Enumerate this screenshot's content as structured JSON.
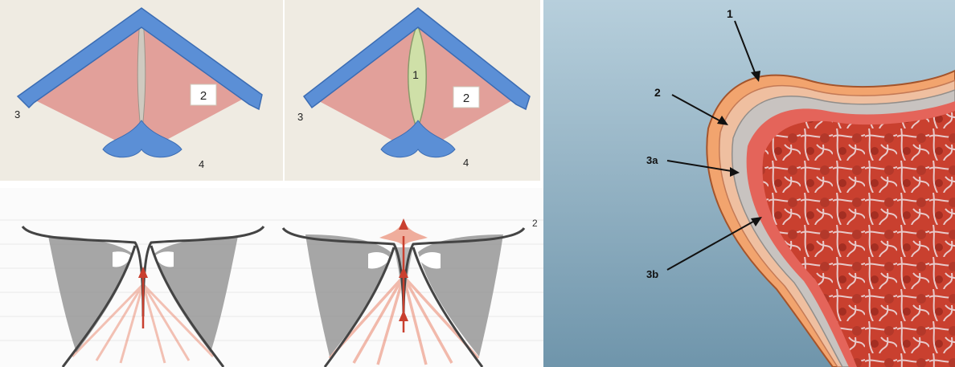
{
  "top_left_panel": {
    "label_three": "3",
    "label_two": "2",
    "label_four": "4"
  },
  "top_middle_panel": {
    "label_one": "1",
    "label_three": "3",
    "label_two": "2",
    "label_four": "4"
  },
  "bottom_right_panel": {
    "edge_mark": "2"
  },
  "right_panel": {
    "label_one": "1",
    "label_two": "2",
    "label_three_a": "3a",
    "label_three_b": "3b"
  },
  "colors": {
    "skin_blue": "#5b8fd6",
    "muscle_pink": "#e2a09a",
    "fat_green": "#cfe0a8",
    "panel_bg": "#eeeae0",
    "tissue_red": "#c9402f",
    "background_blue": "#8fb3c8",
    "outer_layer": "#f2a46e"
  }
}
